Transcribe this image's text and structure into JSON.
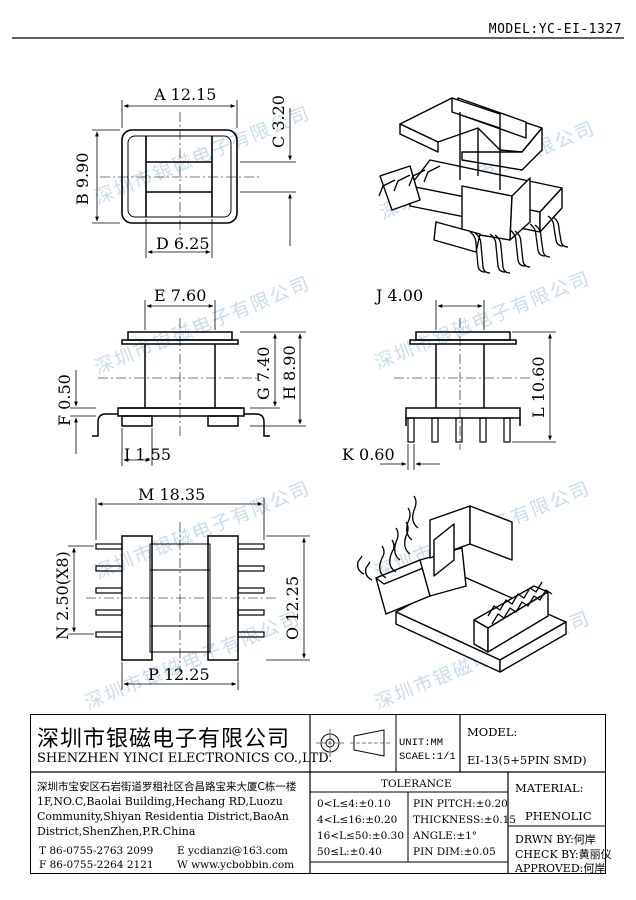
{
  "header": {
    "model": "MODEL:YC-EI-1327"
  },
  "watermark": "深圳市银磁电子有限公司",
  "dimensions": {
    "A": "A 12.15",
    "B": "B 9.90",
    "C": "C 3.20",
    "D": "D 6.25",
    "E": "E 7.60",
    "F": "F 0.50",
    "G": "G 7.40",
    "H": "H 8.90",
    "I": "I 1.55",
    "J": "J 4.00",
    "K": "K 0.60",
    "L": "L 10.60",
    "M": "M 18.35",
    "N": "N 2.50(X8)",
    "O": "O 12.25",
    "P": "P 12.25"
  },
  "title_block": {
    "company_cn": "深圳市银磁电子有限公司",
    "company_en": "SHENZHEN YINCI ELECTRONICS CO.,LTD.",
    "unit": "UNIT:MM",
    "scale": "SCAEL:1/1",
    "model_label": "MODEL:",
    "model_value": "EI-13(5+5PIN SMD)",
    "address_lines": [
      "深圳市宝安区石岩街道罗租社区合昌路宝来大厦C栋一楼",
      "1F,NO.C,Baolai Building,Hechang RD,Luozu",
      "Community,Shiyan Residentia District,BaoAn",
      "District,ShenZhen,P.R.China"
    ],
    "tel": "T 86-0755-2763 2099",
    "fax": "F 86-0755-2264 2121",
    "email": "E ycdianzi@163.com",
    "web": "W www.ycbobbin.com",
    "tolerance_title": "TOLERANCE",
    "tolerance_left": [
      "0<L≤4:±0.10",
      "4<L≤16:±0.20",
      "16<L≤50:±0.30",
      "50≤L:±0.40"
    ],
    "tolerance_right": [
      "PIN PITCH:±0.20",
      "THICKNESS:±0.15",
      "ANGLE:±1°",
      "PIN DIM:±0.05"
    ],
    "material_label": "MATERIAL:",
    "material_value": "PHENOLIC",
    "drawn_by": "DRWN BY:何岸",
    "check_by": "CHECK BY:黄丽仪",
    "approved": "APPROVED:何岸"
  }
}
